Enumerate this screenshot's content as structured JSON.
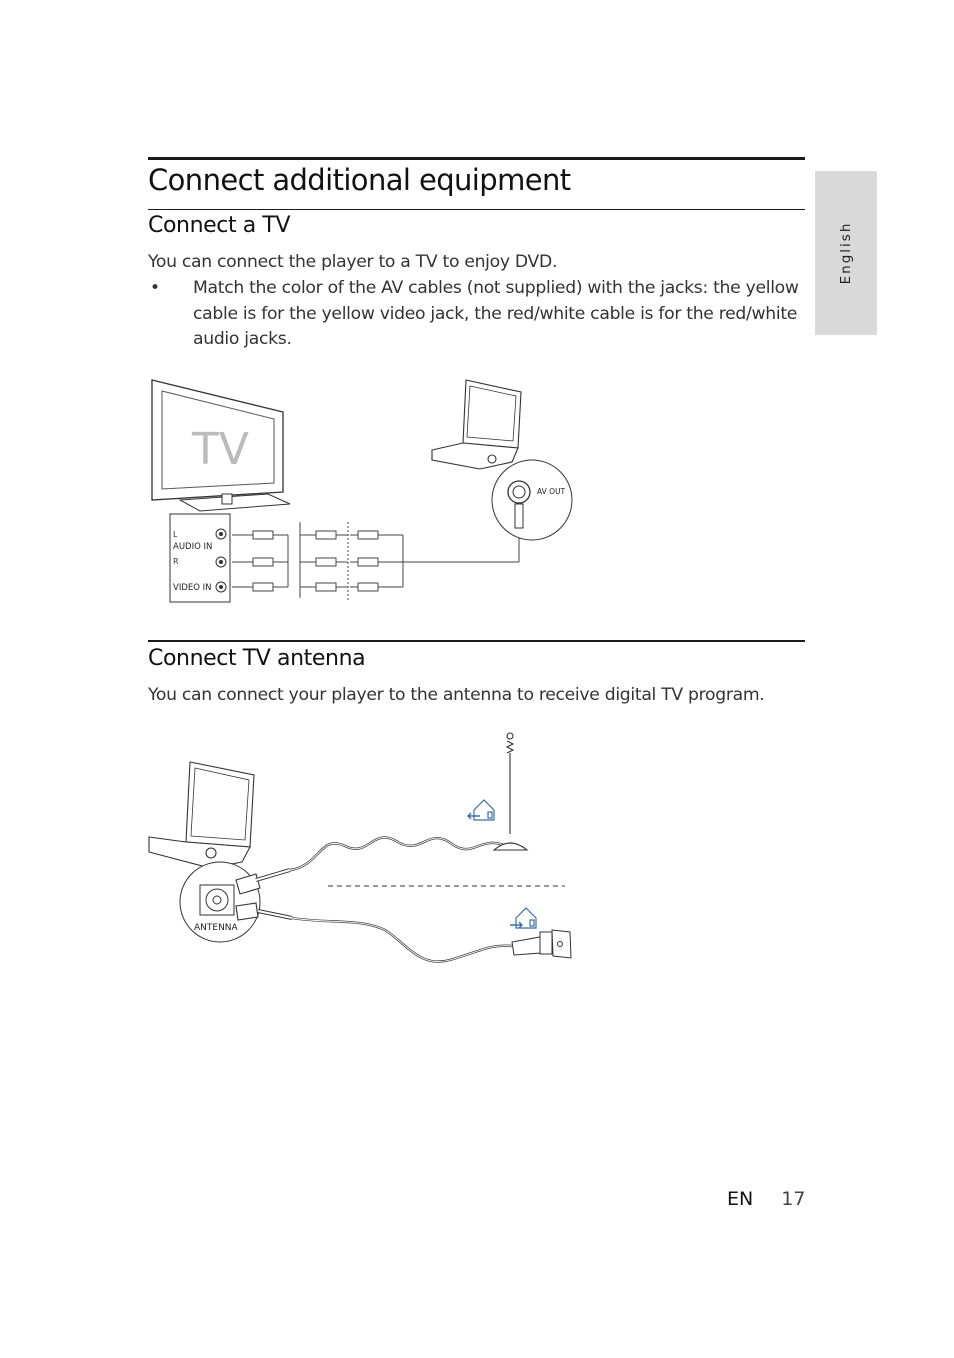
{
  "page": {
    "title": "Connect additional equipment",
    "side_tab": "English",
    "footer_lang": "EN",
    "footer_page": "17"
  },
  "section_tv": {
    "heading": "Connect a TV",
    "intro": "You can connect the player to a TV to enjoy DVD.",
    "bullet_mark": "•",
    "bullet": "Match the color of the AV cables (not supplied) with the jacks: the yellow cable is for the yellow video jack, the red/white cable is for the red/white audio jacks.",
    "diagram": {
      "tv_label": "TV",
      "av_out": "AV OUT",
      "audio_in": "AUDIO  IN",
      "left": "L",
      "right": "R",
      "video_in": "VIDEO  IN"
    }
  },
  "section_antenna": {
    "heading": "Connect TV antenna",
    "intro": "You can connect your player to the antenna to receive digital TV program.",
    "diagram": {
      "antenna_label": "ANTENNA"
    }
  }
}
